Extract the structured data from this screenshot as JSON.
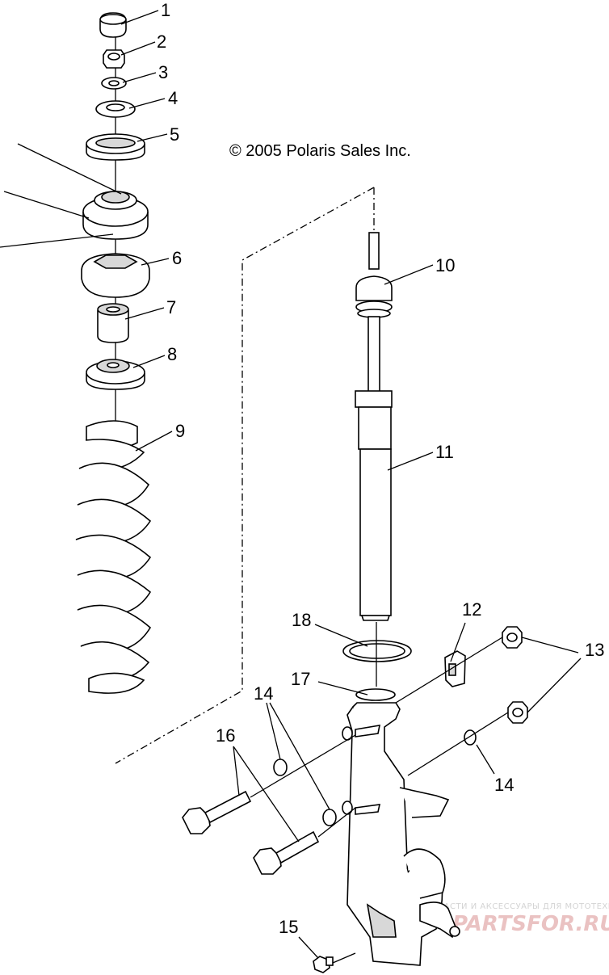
{
  "copyright": "© 2005 Polaris Sales Inc.",
  "callouts": [
    "1",
    "2",
    "3",
    "4",
    "5",
    "6",
    "7",
    "8",
    "9",
    "10",
    "11",
    "12",
    "13",
    "14",
    "14",
    "15",
    "16",
    "17",
    "18"
  ],
  "watermark": {
    "small": "ЗАПЧАСТИ И АКСЕССУАРЫ ДЛЯ МОТОТЕХНИКИ",
    "large": "PARTSFOR.RU"
  }
}
